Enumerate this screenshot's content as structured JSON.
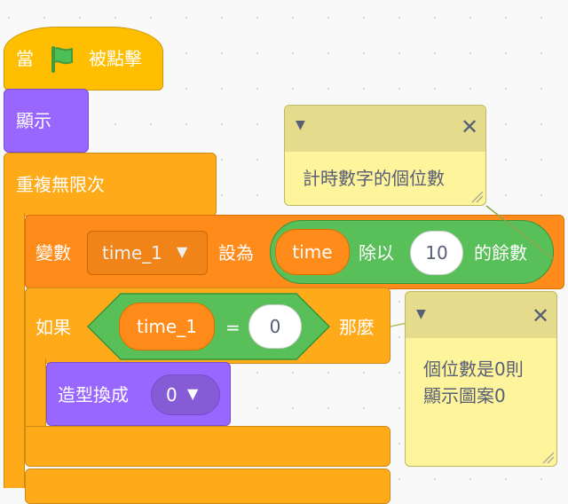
{
  "event_block": {
    "label_when": "當",
    "label_clicked": "被點擊",
    "icon": "green-flag-icon"
  },
  "show_block": {
    "label": "顯示"
  },
  "forever_block": {
    "label": "重複無限次"
  },
  "set_var_block": {
    "label_var": "變數",
    "variable": "time_1",
    "label_to": "設為",
    "mod_block": {
      "left": "time",
      "label": "除以",
      "right": "10",
      "suffix": "的餘數"
    }
  },
  "if_block": {
    "label_if": "如果",
    "condition": {
      "left": "time_1",
      "operator": "=",
      "right": "0"
    },
    "label_then": "那麼"
  },
  "costume_block": {
    "label": "造型換成",
    "value": "0"
  },
  "comment_1": {
    "text": "計時數字的個位數"
  },
  "comment_2": {
    "line1": "個位數是0則",
    "line2": "顯示圖案0"
  },
  "colors": {
    "events": "#ffbf00",
    "looks": "#9966ff",
    "control": "#ffab19",
    "variables": "#ff8c1a",
    "operators": "#59c059",
    "comment": "#fef49c"
  }
}
